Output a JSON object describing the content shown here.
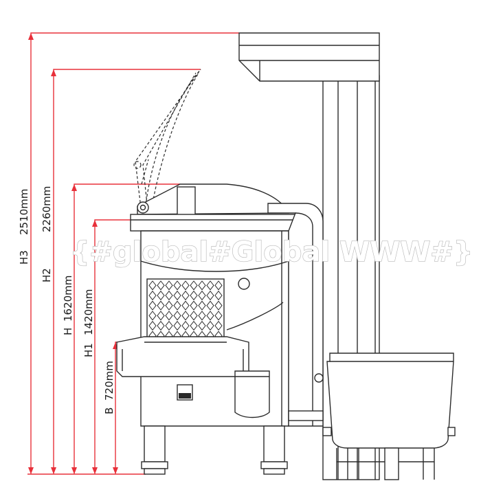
{
  "dimensions": [
    {
      "id": "h3",
      "code": "H3",
      "value": "2510mm"
    },
    {
      "id": "h2",
      "code": "H2",
      "value": "2260mm"
    },
    {
      "id": "h",
      "code": "H",
      "value": "1620mm"
    },
    {
      "id": "h1",
      "code": "H1",
      "value": "1420mm"
    },
    {
      "id": "b",
      "code": "B",
      "value": "720mm"
    }
  ],
  "watermark": "{#global#Global WWW#}",
  "colors": {
    "dimension_line": "#e8303a",
    "line_art": "#2a2a2a",
    "background": "#ffffff",
    "watermark_outline": "#b9b9b9"
  }
}
